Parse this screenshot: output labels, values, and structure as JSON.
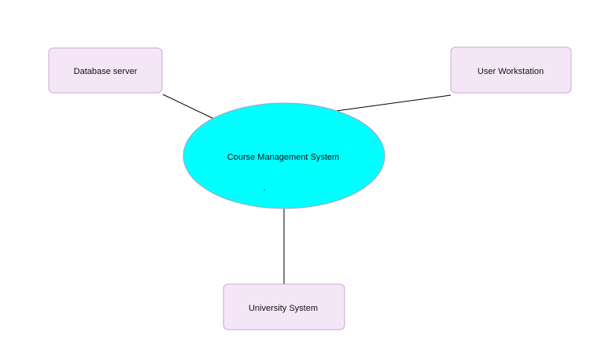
{
  "diagram": {
    "nodes": {
      "database_server": {
        "label": "Database server"
      },
      "user_workstation": {
        "label": "User Workstation"
      },
      "course_management_system": {
        "label": "Course Management System",
        "mark": "."
      },
      "university_system": {
        "label": "University System"
      }
    },
    "connections": [
      {
        "from": "Course Management System",
        "to": "Database server"
      },
      {
        "from": "Course Management System",
        "to": "User Workstation"
      },
      {
        "from": "Course Management System",
        "to": "University System"
      }
    ],
    "colors": {
      "box_fill": "#f5e6f7",
      "box_stroke": "#c9a8d6",
      "ellipse_fill": "#00ffff",
      "ellipse_stroke": "#a3a3c2",
      "connector": "#000000"
    }
  }
}
